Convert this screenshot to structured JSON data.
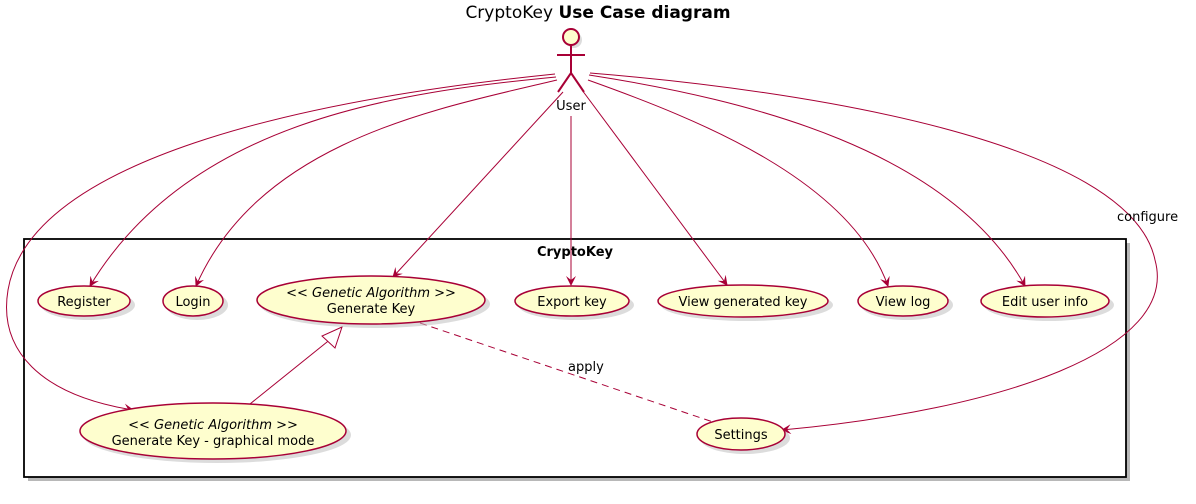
{
  "title": {
    "prefix": "CryptoKey",
    "bold": "Use Case diagram"
  },
  "actor": {
    "name": "User"
  },
  "system": {
    "name": "CryptoKey"
  },
  "use_cases": {
    "register": "Register",
    "login": "Login",
    "generate_key": {
      "stereotype": "Genetic Algorithm",
      "label": "Generate Key"
    },
    "export_key": "Export key",
    "view_generated_key": "View generated key",
    "view_log": "View log",
    "edit_user_info": "Edit user info",
    "generate_key_graphical": {
      "stereotype": "Genetic Algorithm",
      "label": "Generate Key - graphical mode"
    },
    "settings": "Settings"
  },
  "edge_labels": {
    "configure": "configure",
    "apply": "apply"
  },
  "stereo_open": "<< ",
  "stereo_close": " >>",
  "colors": {
    "line": "#a80036",
    "fill": "#fefece",
    "shadow": "#c0c0c0"
  }
}
